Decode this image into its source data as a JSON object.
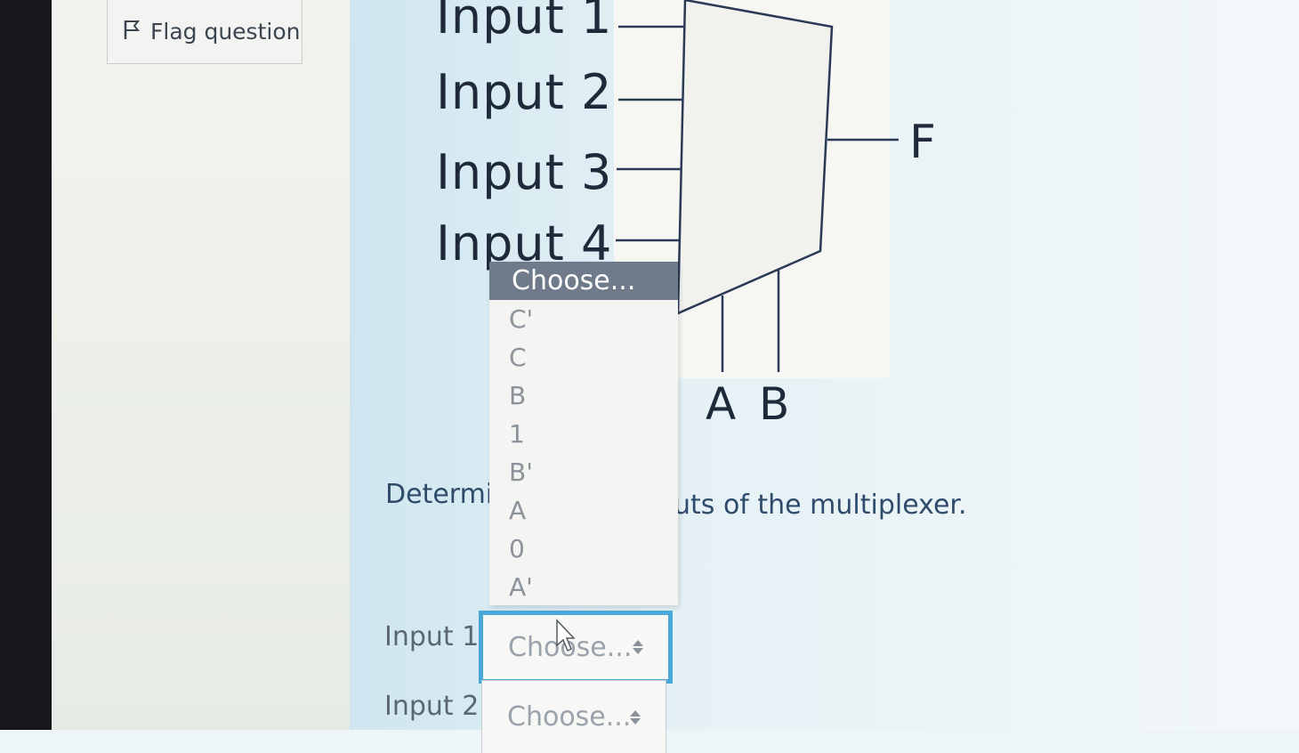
{
  "toolbar": {
    "flag_label": "Flag question"
  },
  "diagram": {
    "inputs": [
      "Input 1",
      "Input 2",
      "Input 3",
      "Input 4"
    ],
    "output": "F",
    "selects": [
      "A",
      "B"
    ]
  },
  "question": {
    "text_start": "Determi",
    "text_end": "uts of the multiplexer."
  },
  "dropdown": {
    "selected": "Choose...",
    "options": [
      "C'",
      "C",
      "B",
      "1",
      "B'",
      "A",
      "0",
      "A'"
    ]
  },
  "answers": [
    {
      "label": "Input 1",
      "value": "Choose..."
    },
    {
      "label": "Input 2",
      "value": "Choose..."
    }
  ]
}
